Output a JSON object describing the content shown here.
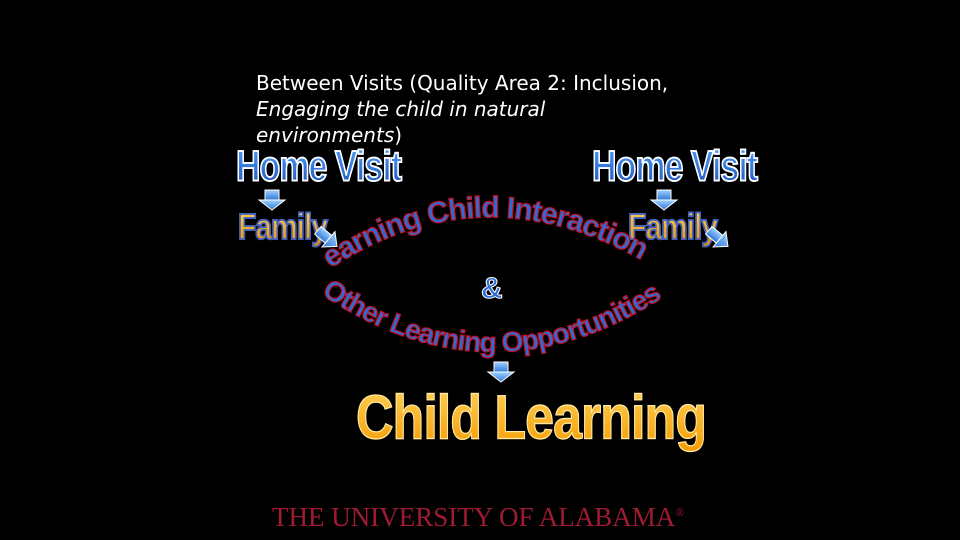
{
  "title": {
    "line1": "Between Visits (Quality Area 2: Inclusion,",
    "line2": "Engaging the child in natural",
    "line3_italic": "environments",
    "line3_end": ")"
  },
  "diagram": {
    "home_visit_left": "Home Visit",
    "home_visit_right": "Home Visit",
    "family_left": "Family",
    "family_right": "Family",
    "arc_top": "Learning Child Interactions",
    "ampersand": "&",
    "arc_bottom": "Other Learning Opportunities",
    "child_learning": "Child Learning"
  },
  "footer": {
    "text": "THE UNIVERSITY OF ALABAMA",
    "mark": "®"
  },
  "colors": {
    "background": "#000000",
    "home_visit_blue": "#2f6bd6",
    "family_orange": "#ffb21e",
    "arc_blue": "#2f6bd6",
    "arc_outline": "#c0101e",
    "footer_crimson": "#9e1b32"
  }
}
